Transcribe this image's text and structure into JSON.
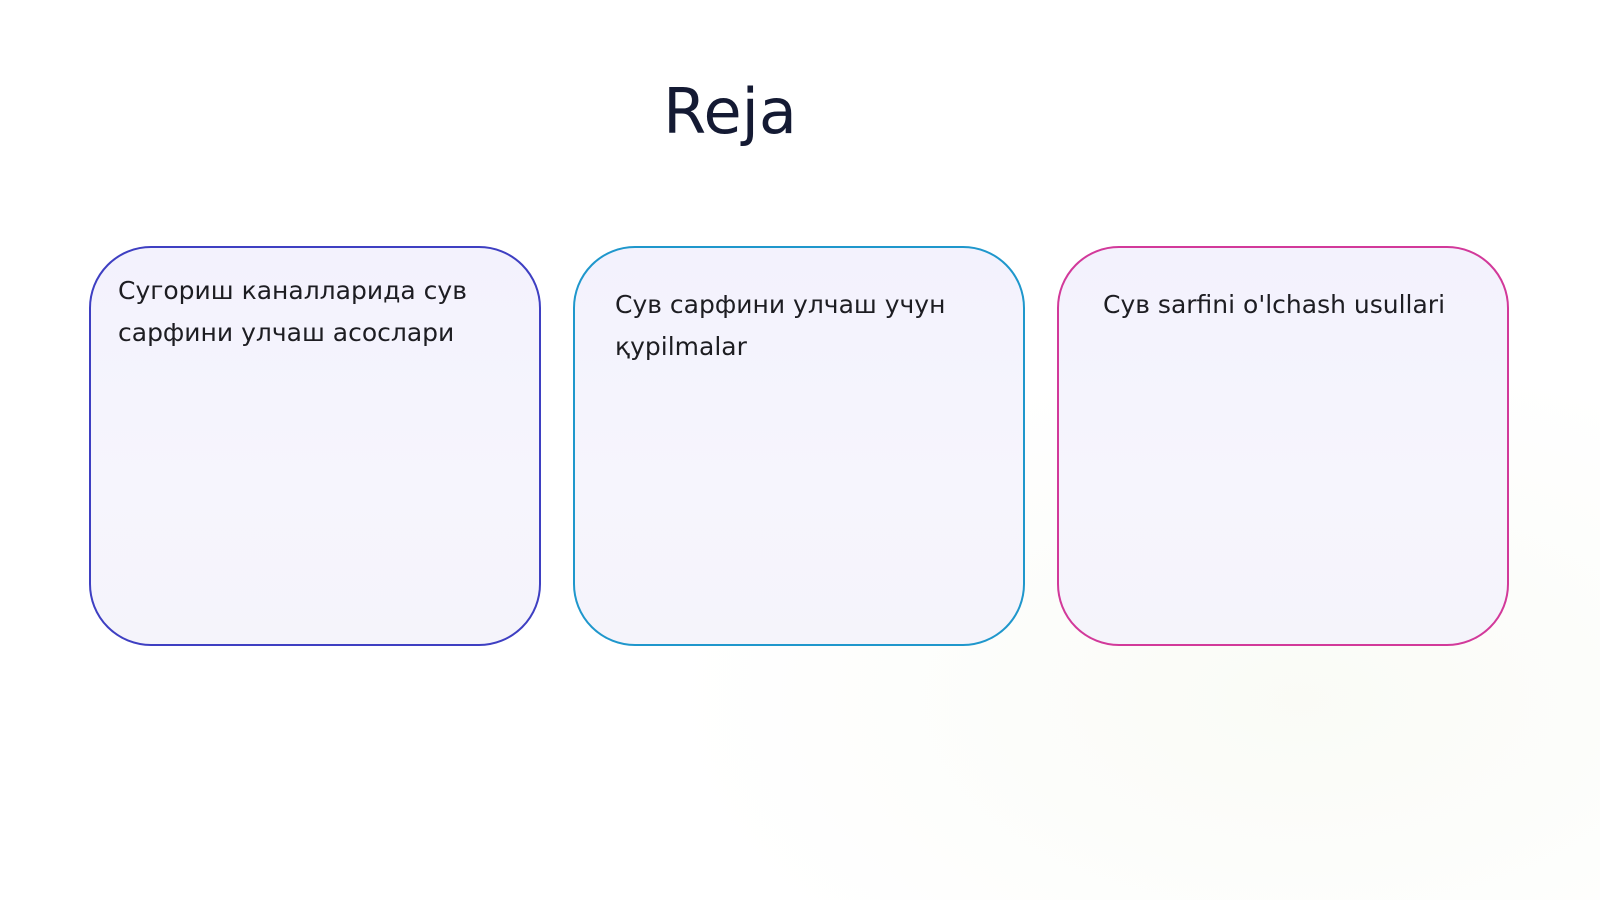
{
  "slide": {
    "title": "Reja",
    "cards": [
      {
        "text": "Сугориш каналларида сув сарфини улчаш асослари",
        "border_color": "#3e3fc2"
      },
      {
        "text": "Сув сарфини улчаш учун қурilmalar",
        "border_color": "#1f97cc"
      },
      {
        "text": "Сув sarfini o'lchash usullari",
        "border_color": "#d2399a"
      }
    ]
  }
}
